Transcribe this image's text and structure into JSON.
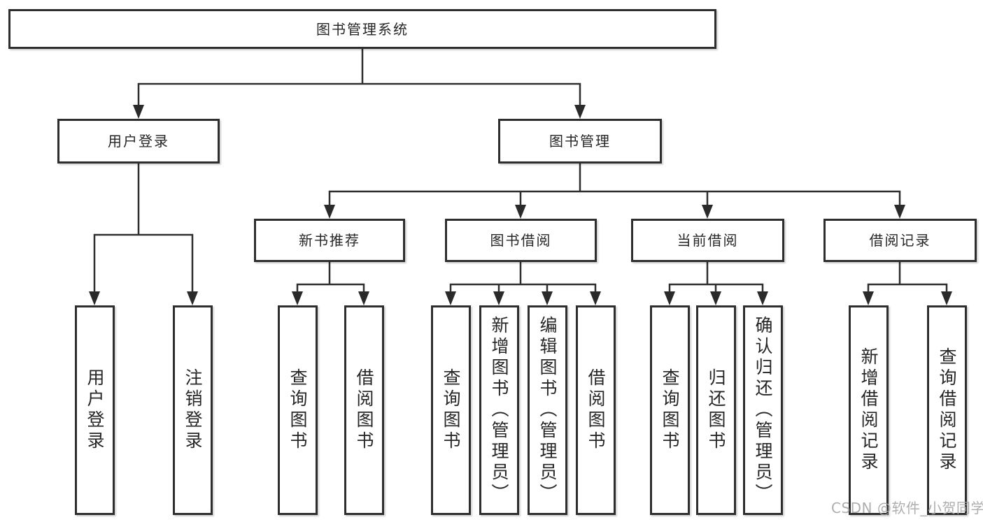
{
  "style": {
    "line_color": "#2e2e2e",
    "box_border_color": "#2e2e2e",
    "box_background": "#ffffff",
    "text_color": "#262626",
    "watermark_color": "#a6a6a6"
  },
  "watermark": {
    "text": "CSDN @软件_小贺同学"
  },
  "tree": {
    "label": "图书管理系统",
    "children": [
      {
        "label": "用户登录",
        "children": [
          {
            "label": "用户登录"
          },
          {
            "label": "注销登录"
          }
        ]
      },
      {
        "label": "图书管理",
        "children": [
          {
            "label": "新书推荐",
            "children": [
              {
                "label": "查询图书"
              },
              {
                "label": "借阅图书"
              }
            ]
          },
          {
            "label": "图书借阅",
            "children": [
              {
                "label": "查询图书"
              },
              {
                "label": "新增图书（管理员）"
              },
              {
                "label": "编辑图书（管理员）"
              },
              {
                "label": "借阅图书"
              }
            ]
          },
          {
            "label": "当前借阅",
            "children": [
              {
                "label": "查询图书"
              },
              {
                "label": "归还图书"
              },
              {
                "label": "确认归还（管理员）"
              }
            ]
          },
          {
            "label": "借阅记录",
            "children": [
              {
                "label": "新增借阅记录"
              },
              {
                "label": "查询借阅记录"
              }
            ]
          }
        ]
      }
    ]
  }
}
